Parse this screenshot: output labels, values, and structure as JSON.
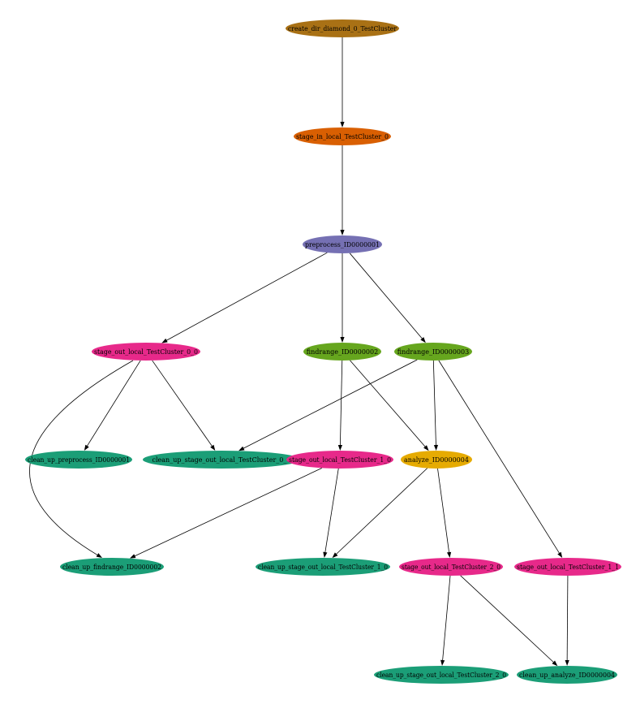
{
  "colors": {
    "create": "#a97115",
    "stage_in": "#d95f02",
    "compute_purple": "#7570b3",
    "compute_green": "#66a61e",
    "analyze": "#e6ab02",
    "stage_out": "#e7298a",
    "cleanup": "#1b9e77"
  },
  "nodes": [
    {
      "id": "create_dir",
      "label": "create_dir_diamond_0_TestCluster",
      "color": "create"
    },
    {
      "id": "stage_in",
      "label": "stage_in_local_TestCluster_0",
      "color": "stage_in"
    },
    {
      "id": "preprocess",
      "label": "preprocess_ID0000001",
      "color": "compute_purple"
    },
    {
      "id": "so_0_0",
      "label": "stage_out_local_TestCluster_0_0",
      "color": "stage_out"
    },
    {
      "id": "findrange_2",
      "label": "findrange_ID0000002",
      "color": "compute_green"
    },
    {
      "id": "findrange_3",
      "label": "findrange_ID0000003",
      "color": "compute_green"
    },
    {
      "id": "cu_preprocess",
      "label": "clean_up_preprocess_ID0000001",
      "color": "cleanup"
    },
    {
      "id": "cu_so_0_0",
      "label": "clean_up_stage_out_local_TestCluster_0_0",
      "color": "cleanup"
    },
    {
      "id": "so_1_0",
      "label": "stage_out_local_TestCluster_1_0",
      "color": "stage_out"
    },
    {
      "id": "analyze",
      "label": "analyze_ID0000004",
      "color": "analyze"
    },
    {
      "id": "cu_findrange_2",
      "label": "clean_up_findrange_ID0000002",
      "color": "cleanup"
    },
    {
      "id": "cu_so_1_0",
      "label": "clean_up_stage_out_local_TestCluster_1_0",
      "color": "cleanup"
    },
    {
      "id": "so_2_0",
      "label": "stage_out_local_TestCluster_2_0",
      "color": "stage_out"
    },
    {
      "id": "so_1_1",
      "label": "stage_out_local_TestCluster_1_1",
      "color": "stage_out"
    },
    {
      "id": "cu_so_2_0",
      "label": "clean_up_stage_out_local_TestCluster_2_0",
      "color": "cleanup"
    },
    {
      "id": "cu_analyze",
      "label": "clean_up_analyze_ID0000004",
      "color": "cleanup"
    }
  ],
  "edges": [
    [
      "create_dir",
      "stage_in"
    ],
    [
      "stage_in",
      "preprocess"
    ],
    [
      "preprocess",
      "so_0_0"
    ],
    [
      "preprocess",
      "findrange_2"
    ],
    [
      "preprocess",
      "findrange_3"
    ],
    [
      "so_0_0",
      "cu_preprocess"
    ],
    [
      "so_0_0",
      "cu_so_0_0"
    ],
    [
      "so_0_0",
      "cu_findrange_2"
    ],
    [
      "findrange_3",
      "cu_so_0_0"
    ],
    [
      "findrange_2",
      "so_1_0"
    ],
    [
      "findrange_2",
      "analyze"
    ],
    [
      "findrange_3",
      "analyze"
    ],
    [
      "findrange_3",
      "so_1_1"
    ],
    [
      "so_1_0",
      "cu_findrange_2"
    ],
    [
      "so_1_0",
      "cu_so_1_0"
    ],
    [
      "analyze",
      "cu_so_1_0"
    ],
    [
      "analyze",
      "so_2_0"
    ],
    [
      "so_2_0",
      "cu_so_2_0"
    ],
    [
      "so_2_0",
      "cu_analyze"
    ],
    [
      "so_1_1",
      "cu_analyze"
    ]
  ]
}
